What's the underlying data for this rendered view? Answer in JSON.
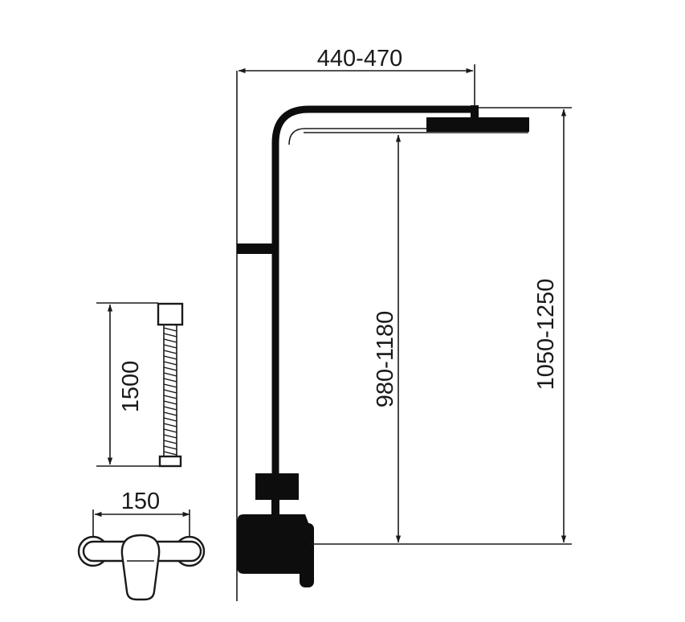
{
  "dimensions": {
    "arm_length": "440-470",
    "head_height": "980-1180",
    "total_height": "1050-1250",
    "hose_length": "1500",
    "mixer_width": "150"
  },
  "colors": {
    "ink": "#0d0d0d",
    "line": "#1a1a1a",
    "background": "#ffffff"
  }
}
